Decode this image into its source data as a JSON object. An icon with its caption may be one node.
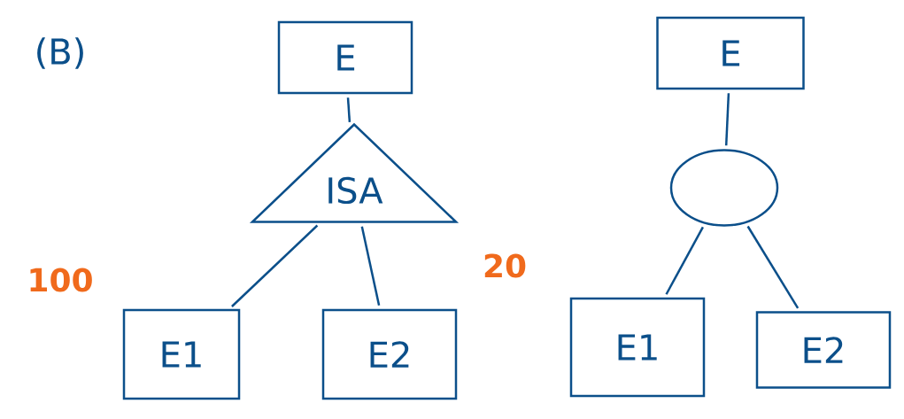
{
  "diagram": {
    "nodes": [
      {
        "text": [
          "E"
        ]
      },
      {
        "text": [
          "ISA"
        ]
      },
      {
        "text": [
          "E1"
        ]
      },
      {
        "text": [
          "E2"
        ]
      },
      {
        "text": [
          "E"
        ]
      },
      {
        "text": [],
        "shape": "circle"
      },
      {
        "text": [
          "E1"
        ]
      },
      {
        "text": [
          "E2"
        ]
      }
    ],
    "edges": [
      {
        "from": 0,
        "to": 1,
        "arrow": "none"
      },
      {
        "from": 1,
        "to": 2,
        "arrow": "none"
      },
      {
        "from": 1,
        "to": 3,
        "arrow": "none"
      },
      {
        "from": 4,
        "to": 5,
        "arrow": "none"
      },
      {
        "from": 5,
        "to": 6,
        "arrow": "none"
      },
      {
        "from": 5,
        "to": 7,
        "arrow": "none"
      }
    ],
    "labels": [
      "(B)",
      "100",
      "20"
    ]
  }
}
